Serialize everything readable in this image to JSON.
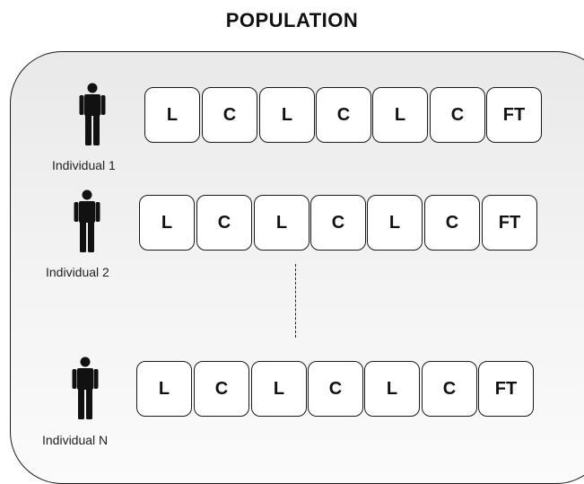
{
  "title": "POPULATION",
  "individuals": [
    {
      "label": "Individual 1",
      "genes": [
        "L",
        "C",
        "L",
        "C",
        "L",
        "C",
        "FT"
      ]
    },
    {
      "label": "Individual 2",
      "genes": [
        "L",
        "C",
        "L",
        "C",
        "L",
        "C",
        "FT"
      ]
    },
    {
      "label": "Individual N",
      "genes": [
        "L",
        "C",
        "L",
        "C",
        "L",
        "C",
        "FT"
      ]
    }
  ],
  "colors": {
    "stroke": "#1a1a1a",
    "cell_fill": "#ffffff",
    "person": "#111111"
  },
  "icons": {
    "person": "person-icon"
  }
}
